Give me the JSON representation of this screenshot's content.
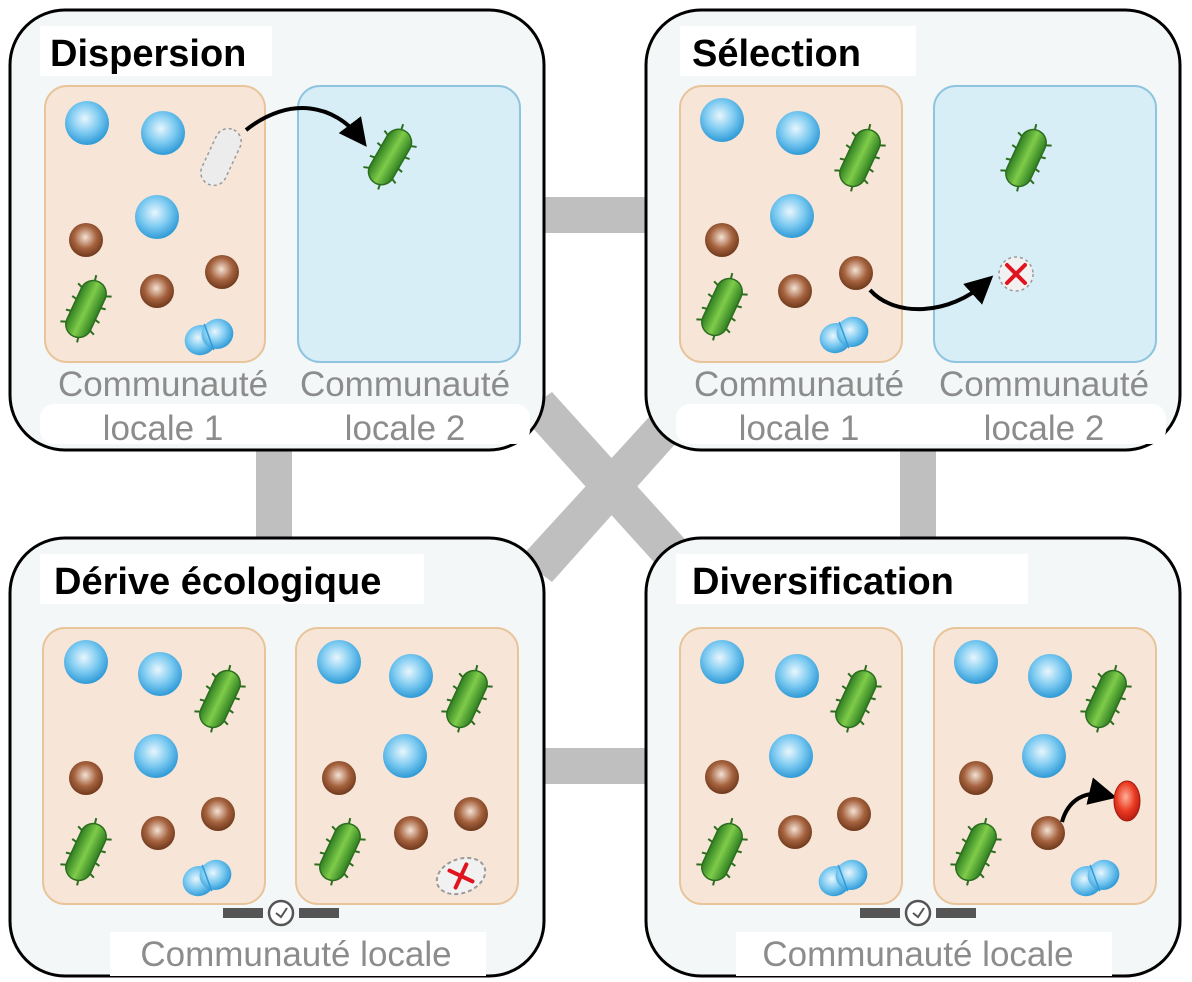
{
  "panels": {
    "dispersion": {
      "title": "Dispersion",
      "community1": [
        "Communauté",
        "locale 1"
      ],
      "community2": [
        "Communauté",
        "locale 2"
      ]
    },
    "selection": {
      "title": "Sélection",
      "community1": [
        "Communauté",
        "locale 1"
      ],
      "community2": [
        "Communauté",
        "locale 2"
      ]
    },
    "drift": {
      "title": "Dérive écologique",
      "community": "Communauté locale"
    },
    "diversification": {
      "title": "Diversification",
      "community": "Communauté locale"
    }
  },
  "colors": {
    "local_box_fill": "#f7e6d8",
    "local_box_stroke": "#e8c49a",
    "remote_box_fill": "#d7eef7",
    "remote_box_stroke": "#8fc4e0",
    "panel_fill": "#f3f7f8",
    "connector": "#bfbfbf",
    "blue_cell": "#3aa7e0",
    "brown_cell": "#7a4328",
    "green_cell": "#3f9a2e",
    "red_cell": "#e0301f",
    "cross": "#e0141e"
  },
  "icons": [
    "blue-round-cell",
    "brown-round-cell",
    "green-rod-cell",
    "blue-dividing-cell",
    "red-oval-cell",
    "clock-icon",
    "cross-icon",
    "arrow"
  ]
}
